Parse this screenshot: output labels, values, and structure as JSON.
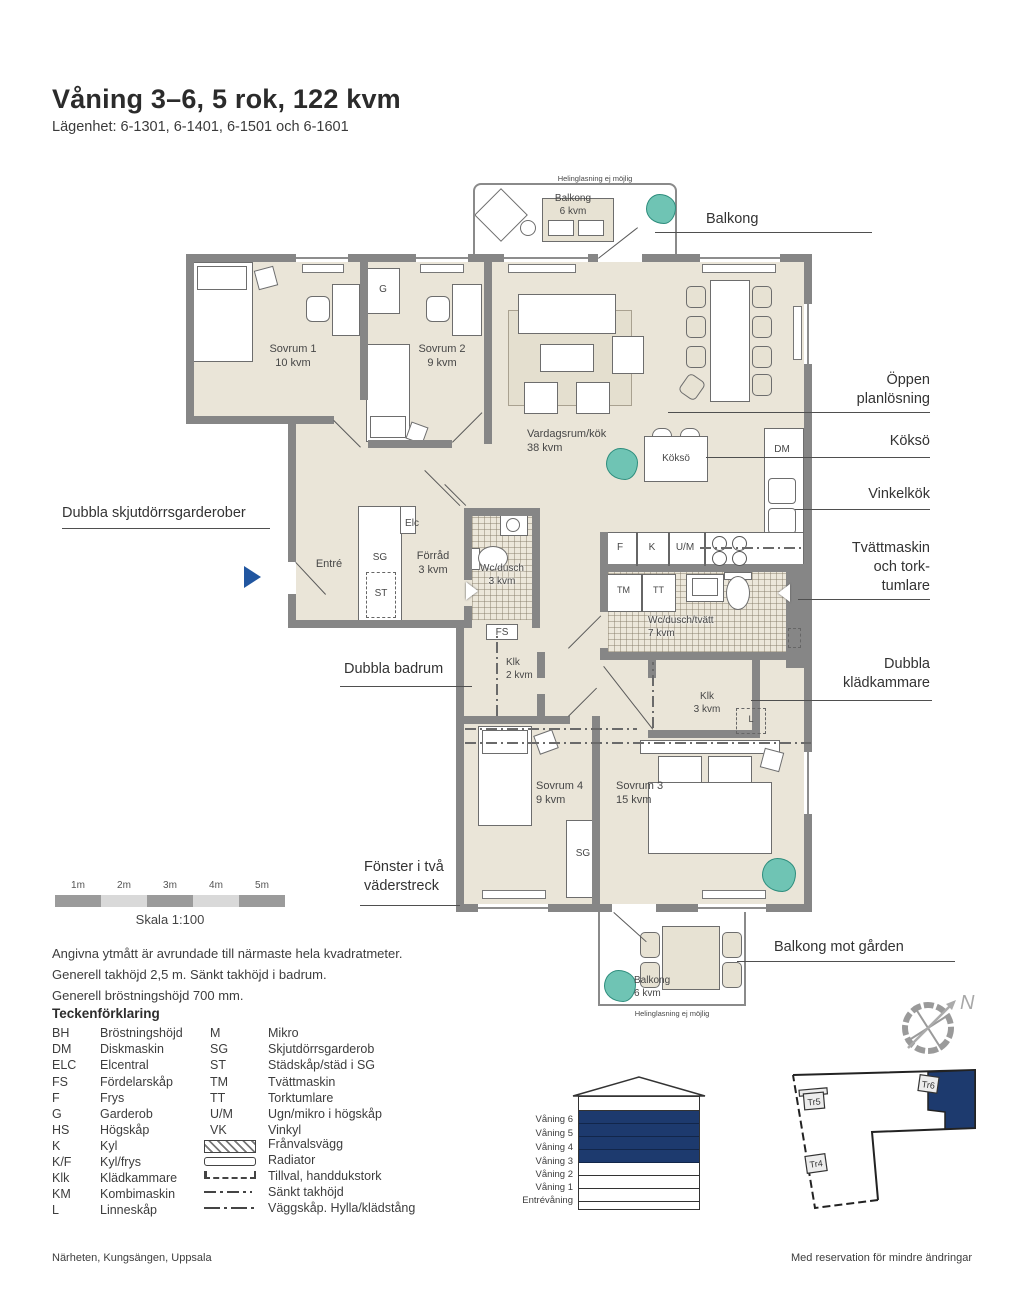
{
  "title": "Våning 3–6, 5 rok, 122 kvm",
  "subtitle": "Lägenhet: 6-1301, 6-1401, 6-1501 och 6-1601",
  "colors": {
    "wall": "#868686",
    "floor": "#eae5d8",
    "accent_blue": "#1d3a6e",
    "plant_teal": "#6fc4b4",
    "entry_arrow_blue": "#2156a0"
  },
  "callouts": {
    "balcony_top": "Balkong",
    "open_plan": "Öppen\nplanlösning",
    "kitchen_island": "Köksö",
    "corner_kitchen": "Vinkelkök",
    "washer_dryer": "Tvättmaskin\noch tork-\ntumlare",
    "double_closets": "Dubbla\nklädkammare",
    "double_sliding_wardrobes": "Dubbla skjutdörrsgarderober",
    "double_bathrooms": "Dubbla badrum",
    "windows_two_directions": "Fönster i två\nväderstreck",
    "balcony_courtyard": "Balkong mot gården"
  },
  "plan": {
    "glazing_note_top": "Helinglasning ej möjlig",
    "glazing_note_bottom": "Helinglasning ej möjlig",
    "balcony_top": "Balkong\n6 kvm",
    "balcony_bottom": "Balkong\n6 kvm",
    "rooms": {
      "sovrum1": "Sovrum 1\n10 kvm",
      "sovrum2": "Sovrum 2\n9 kvm",
      "living": "Vardagsrum/kök\n38 kvm",
      "entre": "Entré",
      "forrad": "Förråd\n3 kvm",
      "wc_dusch": "Wc/dusch\n3 kvm",
      "wc_dusch_tvatt": "Wc/dusch/tvätt\n7 kvm",
      "klk2": "Klk\n2 kvm",
      "klk3": "Klk\n3 kvm",
      "sovrum4": "Sovrum 4\n9 kvm",
      "sovrum3": "Sovrum 3\n15 kvm"
    },
    "fixtures": {
      "g": "G",
      "sg": "SG",
      "st": "ST",
      "elc": "Elc",
      "dm": "DM",
      "f": "F",
      "k": "K",
      "um": "U/M",
      "tm": "TM",
      "tt": "TT",
      "fs": "FS",
      "l": "L",
      "island": "Köksö"
    }
  },
  "scalebar": {
    "ticks": [
      "1m",
      "2m",
      "3m",
      "4m",
      "5m"
    ],
    "caption": "Skala 1:100"
  },
  "notes": [
    "Angivna ytmått är avrundade till närmaste hela kvadratmeter.",
    "Generell takhöjd 2,5 m. Sänkt takhöjd i badrum.",
    "Generell bröstningshöjd 700 mm."
  ],
  "legend": {
    "heading": "Teckenförklaring",
    "col1": [
      {
        "key": "BH",
        "label": "Bröstningshöjd"
      },
      {
        "key": "DM",
        "label": "Diskmaskin"
      },
      {
        "key": "ELC",
        "label": "Elcentral"
      },
      {
        "key": "FS",
        "label": "Fördelarskåp"
      },
      {
        "key": "F",
        "label": "Frys"
      },
      {
        "key": "G",
        "label": "Garderob"
      },
      {
        "key": "HS",
        "label": "Högskåp"
      },
      {
        "key": "K",
        "label": "Kyl"
      },
      {
        "key": "K/F",
        "label": "Kyl/frys"
      },
      {
        "key": "Klk",
        "label": "Klädkammare"
      },
      {
        "key": "KM",
        "label": "Kombimaskin"
      },
      {
        "key": "L",
        "label": "Linneskåp"
      }
    ],
    "col2": [
      {
        "key": "M",
        "label": "Mikro"
      },
      {
        "key": "SG",
        "label": "Skjutdörrsgarderob"
      },
      {
        "key": "ST",
        "label": "Städskåp/städ i SG"
      },
      {
        "key": "TM",
        "label": "Tvättmaskin"
      },
      {
        "key": "TT",
        "label": "Torktumlare"
      },
      {
        "key": "U/M",
        "label": "Ugn/mikro i högskåp"
      },
      {
        "key": "VK",
        "label": "Vinkyl"
      }
    ],
    "symbols": [
      {
        "type": "hatched",
        "label": "Frånvalsvägg"
      },
      {
        "type": "radiator",
        "label": "Radiator"
      },
      {
        "type": "dashed-bracket",
        "label": "Tillval, handdukstork"
      },
      {
        "type": "dash-dot",
        "label": "Sänkt takhöjd"
      },
      {
        "type": "dash-dot-long",
        "label": "Väggskåp. Hylla/klädstång"
      }
    ]
  },
  "elevation": {
    "floors": [
      {
        "label": "Våning 6",
        "highlight": true
      },
      {
        "label": "Våning 5",
        "highlight": true
      },
      {
        "label": "Våning 4",
        "highlight": true
      },
      {
        "label": "Våning 3",
        "highlight": true
      },
      {
        "label": "Våning 2",
        "highlight": false
      },
      {
        "label": "Våning 1",
        "highlight": false
      },
      {
        "label": "Entrévåning",
        "highlight": false
      }
    ]
  },
  "siteplan": {
    "north": "N",
    "stairwells": [
      "Tr6",
      "Tr5",
      "Tr4"
    ]
  },
  "footer": {
    "left": "Närheten, Kungsängen, Uppsala",
    "right": "Med reservation för mindre ändringar"
  }
}
